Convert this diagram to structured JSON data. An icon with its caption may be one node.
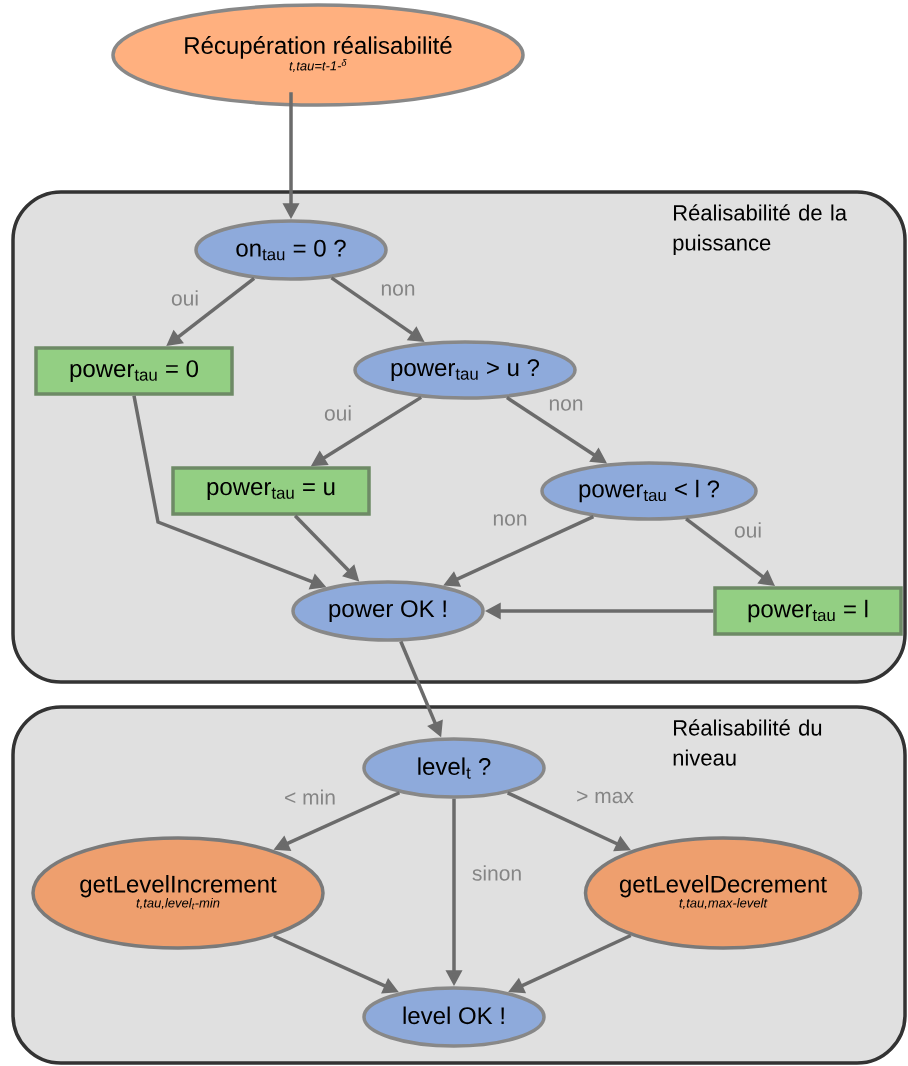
{
  "diagram": {
    "nodes": [
      {
        "text": [
          "Récupération réalisabilité",
          "t,tau=t-1-$^{δ}$"
        ]
      },
      {
        "text": [
          "Réalisabilité de la puissance"
        ]
      },
      {
        "text": [
          "on$_{tau}$ = 0 ?"
        ],
        "in": 1
      },
      {
        "text": [
          "power$_{tau}$ = 0"
        ],
        "in": 1
      },
      {
        "text": [
          "power$_{tau}$ > u ?"
        ],
        "in": 1
      },
      {
        "text": [
          "power$_{tau}$ = u"
        ],
        "in": 1
      },
      {
        "text": [
          "power$_{tau}$ < l ?"
        ],
        "in": 1
      },
      {
        "text": [
          "power OK !"
        ],
        "in": 1
      },
      {
        "text": [
          "power$_{tau}$ = l"
        ],
        "in": 1
      },
      {
        "text": [
          "Réalisabilité du niveau"
        ]
      },
      {
        "text": [
          "level$_{t}$ ?"
        ],
        "in": 9
      },
      {
        "text": [
          "getLevelIncrement",
          "t,tau,level$_{t}$-min"
        ],
        "in": 9
      },
      {
        "text": [
          "getLevelDecrement",
          "t,tau,max-levelt"
        ],
        "in": 9
      },
      {
        "text": [
          "level OK !"
        ],
        "in": 9
      }
    ],
    "edges": [
      {
        "from": 0,
        "to": 2,
        "arrow": "to"
      },
      {
        "from": 2,
        "to": 3,
        "arrow": "to",
        "label": "oui"
      },
      {
        "from": 2,
        "to": 4,
        "arrow": "to",
        "label": "non"
      },
      {
        "from": 4,
        "to": 5,
        "arrow": "to",
        "label": "oui"
      },
      {
        "from": 4,
        "to": 6,
        "arrow": "to",
        "label": "non"
      },
      {
        "from": 3,
        "to": 7,
        "arrow": "to"
      },
      {
        "from": 5,
        "to": 7,
        "arrow": "to"
      },
      {
        "from": 6,
        "to": 7,
        "arrow": "to",
        "label": "non"
      },
      {
        "from": 6,
        "to": 8,
        "arrow": "to",
        "label": "oui"
      },
      {
        "from": 8,
        "to": 7,
        "arrow": "to"
      },
      {
        "from": 7,
        "to": 10,
        "arrow": "to"
      },
      {
        "from": 10,
        "to": 11,
        "arrow": "to",
        "label": "< min"
      },
      {
        "from": 10,
        "to": 13,
        "arrow": "to",
        "label": "sinon"
      },
      {
        "from": 10,
        "to": 12,
        "arrow": "to",
        "label": "> max"
      },
      {
        "from": 11,
        "to": 13,
        "arrow": "to"
      },
      {
        "from": 12,
        "to": 13,
        "arrow": "to"
      }
    ]
  }
}
